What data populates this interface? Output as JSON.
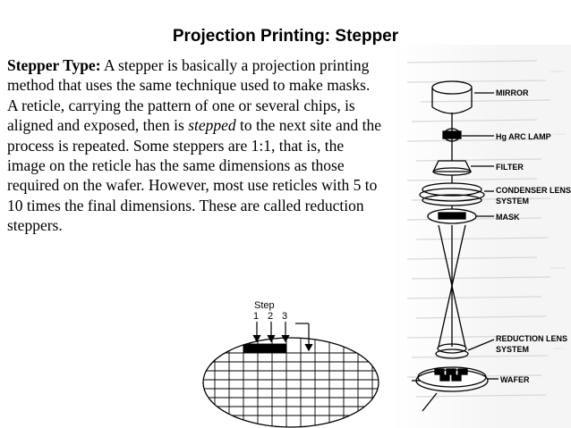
{
  "slide": {
    "title": "Projection Printing: Stepper",
    "paragraph": {
      "heading": "Stepper Type:",
      "text_1": " A stepper is basically a projection printing method that uses the same technique used to make masks. A reticle, carrying the pattern of one or several chips, is aligned and exposed, then is ",
      "emphasis": "stepped",
      "text_2": " to the next site and the process is repeated. Some steppers are 1:1, that is, the image on the reticle has the same dimensions as those required on the wafer. However, most use reticles with 5 to 10 times the final dimensions. These are called reduction steppers."
    }
  },
  "diagram": {
    "labels": {
      "mirror": "MIRROR",
      "lamp": "Hg ARC LAMP",
      "filter": "FILTER",
      "condenser_1": "CONDENSER LENS",
      "condenser_2": "SYSTEM",
      "mask": "MASK",
      "reduction_1": "REDUCTION LENS",
      "reduction_2": "SYSTEM",
      "wafer": "WAFER"
    },
    "step": {
      "title": "Step",
      "n1": "1",
      "n2": "2",
      "n3": "3"
    }
  }
}
